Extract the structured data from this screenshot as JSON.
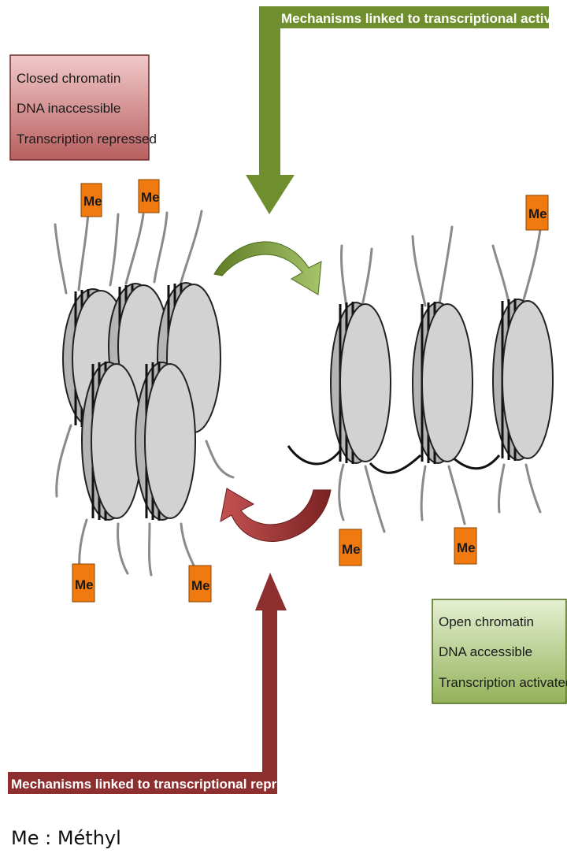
{
  "closed_box": {
    "lines": [
      "Closed chromatin",
      "DNA inaccessible",
      "Transcription repressed"
    ]
  },
  "open_box": {
    "lines": [
      "Open chromatin",
      "DNA accessible",
      "Transcription activated"
    ]
  },
  "activation_arrow": {
    "label": "Mechanisms linked to transcriptional activation"
  },
  "repression_arrow": {
    "label": "Mechanisms linked to transcriptional repression"
  },
  "methyl_tag": "Me",
  "legend": "Me : Méthyl",
  "colors": {
    "closed_box": "#c97c7c",
    "open_box": "#a9c47a",
    "activation": "#6f8f2e",
    "repression": "#8e2f2f",
    "methyl": "#f07a10",
    "nucleosome": "#cfcfcf"
  }
}
